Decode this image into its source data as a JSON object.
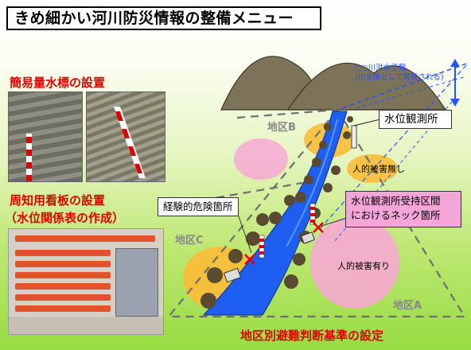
{
  "title": "きめ細かい河川防災情報の整備メニュー",
  "left": {
    "gauge_heading": "簡易量水標の設置",
    "board_heading_line1": "周知用看板の設置",
    "board_heading_line2": "（水位関係表の作成）"
  },
  "scene": {
    "flood_forecast_line1": "○○川洪水予報",
    "flood_forecast_line2": "(川全体として発表される)",
    "water_station_label": "水位観測所",
    "no_damage_label": "人的被害無し",
    "neck_box_line1": "水位観測所受持区間",
    "neck_box_line2": "におけるネック箇所",
    "danger_label": "経験的危険箇所",
    "damage_label": "人的被害有り",
    "district_b": "地区B",
    "district_c": "地区C",
    "district_a": "地区A"
  },
  "footer": "地区別避難判断基準の設定",
  "colors": {
    "heading_red": "#e00000",
    "river_blue": "#1e5ef0",
    "mountain": "#7d7358",
    "pink_zone": "#f7a8d3",
    "orange_zone": "#f8be3a"
  }
}
